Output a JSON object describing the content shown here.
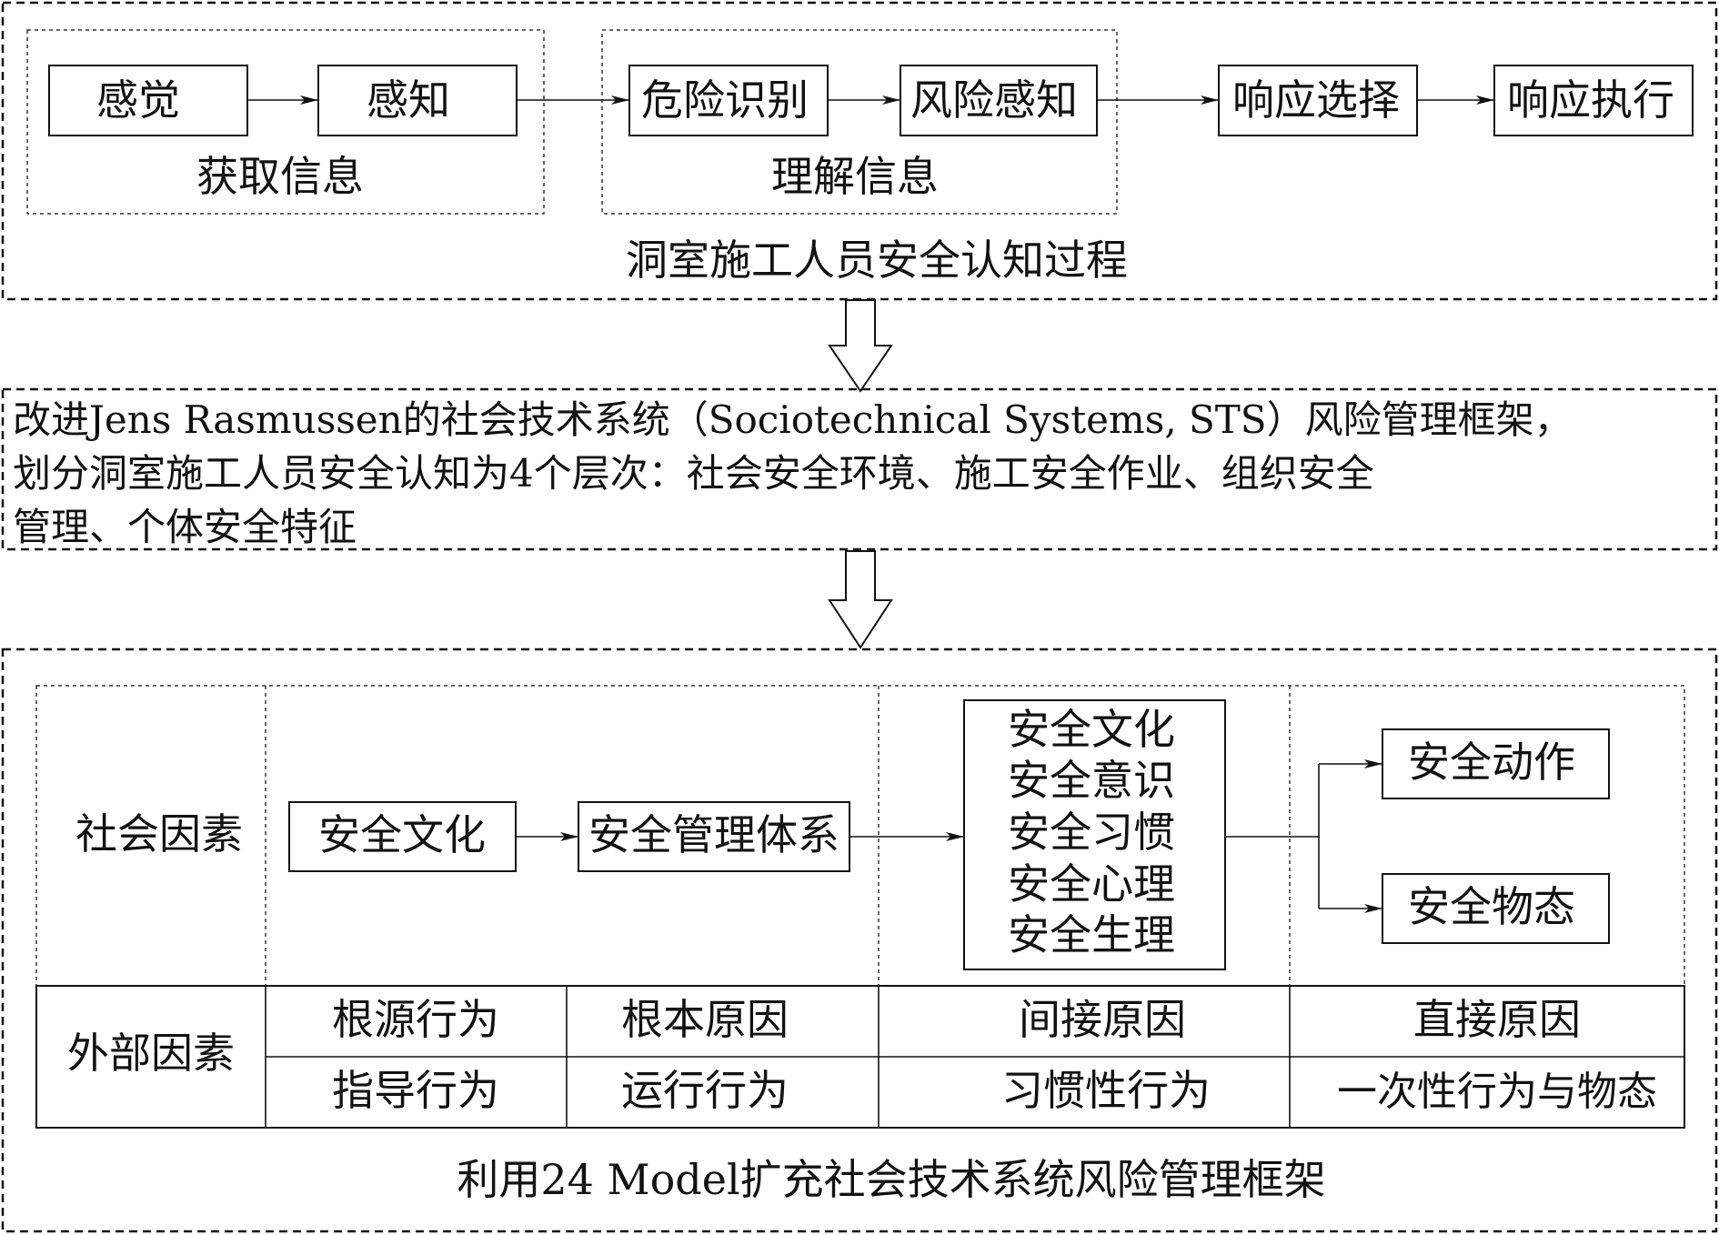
{
  "cognition": {
    "steps": [
      "感觉",
      "感知",
      "危险识别",
      "风险感知",
      "响应选择",
      "响应执行"
    ],
    "group_acquire": "获取信息",
    "group_understand": "理解信息",
    "caption": "洞室施工人员安全认知过程"
  },
  "framework_text": {
    "line1": "改进Jens Rasmussen的社会技术系统（Sociotechnical Systems, STS）风险管理框架，",
    "line2": "划分洞室施工人员安全认知为4个层次：社会安全环境、施工安全作业、组织安全",
    "line3": "管理、个体安全特征"
  },
  "model24": {
    "social_label": "社会因素",
    "external_label": "外部因素",
    "culture": "安全文化",
    "management_system": "安全管理体系",
    "individual": [
      "安全文化",
      "安全意识",
      "安全习惯",
      "安全心理",
      "安全生理"
    ],
    "outcomes": [
      "安全动作",
      "安全物态"
    ],
    "causes": [
      "根源行为",
      "根本原因",
      "间接原因",
      "直接原因"
    ],
    "behaviors": [
      "指导行为",
      "运行行为",
      "习惯性行为",
      "一次性行为与物态"
    ],
    "caption": "利用24 Model扩充社会技术系统风险管理框架"
  }
}
